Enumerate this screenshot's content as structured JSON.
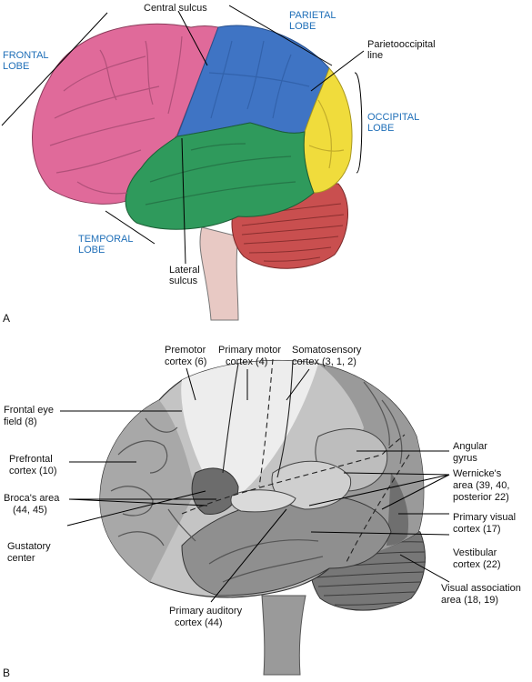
{
  "panel_a": {
    "letter": "A",
    "lobes": {
      "frontal": [
        "FRONTAL",
        "LOBE"
      ],
      "parietal": [
        "PARIETAL",
        "LOBE"
      ],
      "occipital": [
        "OCCIPITAL",
        "LOBE"
      ],
      "temporal": [
        "TEMPORAL",
        "LOBE"
      ]
    },
    "labels": {
      "central_sulcus": [
        "Central sulcus"
      ],
      "parietooccipital": [
        "Parietooccipital",
        "line"
      ],
      "lateral_sulcus": [
        "Lateral",
        "sulcus"
      ]
    },
    "colors": {
      "frontal": "#e06a9a",
      "parietal": "#3f74c4",
      "occipital": "#f0dc3c",
      "temporal": "#2f9a5c",
      "cerebellum": "#c94f4f",
      "brainstem": "#e8c9c4",
      "label_blue": "#1f6fb8"
    }
  },
  "panel_b": {
    "letter": "B",
    "labels": {
      "premotor": [
        "Premotor",
        "cortex (6)"
      ],
      "primary_motor": [
        "Primary motor",
        "cortex (4)"
      ],
      "somatosensory": [
        "Somatosensory",
        "cortex (3, 1, 2)"
      ],
      "frontal_eye": [
        "Frontal eye",
        "field (8)"
      ],
      "prefrontal": [
        "Prefrontal",
        "cortex (10)"
      ],
      "brocas": [
        "Broca's area",
        "(44, 45)"
      ],
      "gustatory": [
        "Gustatory",
        "center"
      ],
      "angular": [
        "Angular",
        "gyrus"
      ],
      "wernickes": [
        "Wernicke's",
        "area (39, 40,",
        "posterior 22)"
      ],
      "primary_visual": [
        "Primary visual",
        "cortex (17)"
      ],
      "vestibular": [
        "Vestibular",
        "cortex (22)"
      ],
      "visual_assoc": [
        "Visual association",
        "area (18, 19)"
      ],
      "primary_auditory": [
        "Primary auditory",
        "cortex (44)"
      ]
    }
  }
}
